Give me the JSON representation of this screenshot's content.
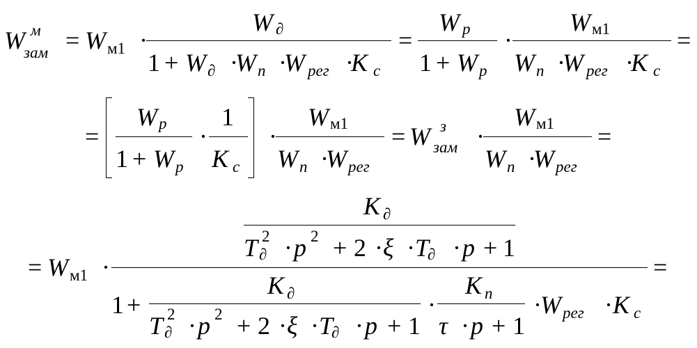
{
  "formula": {
    "W": "W",
    "K": "K",
    "T": "T",
    "p": "p",
    "xi": "ξ",
    "tau": "τ",
    "eq": "=",
    "plus": "+",
    "dot": "·",
    "one": "1",
    "two": "2",
    "sq": "2",
    "idx_zam": "зам",
    "idx_m": "м",
    "idx_z": "з",
    "idx_m1": "м1",
    "idx_d": "∂",
    "idx_p": "р",
    "idx_n": "п",
    "idx_reg": "рег",
    "idx_c": "с"
  }
}
